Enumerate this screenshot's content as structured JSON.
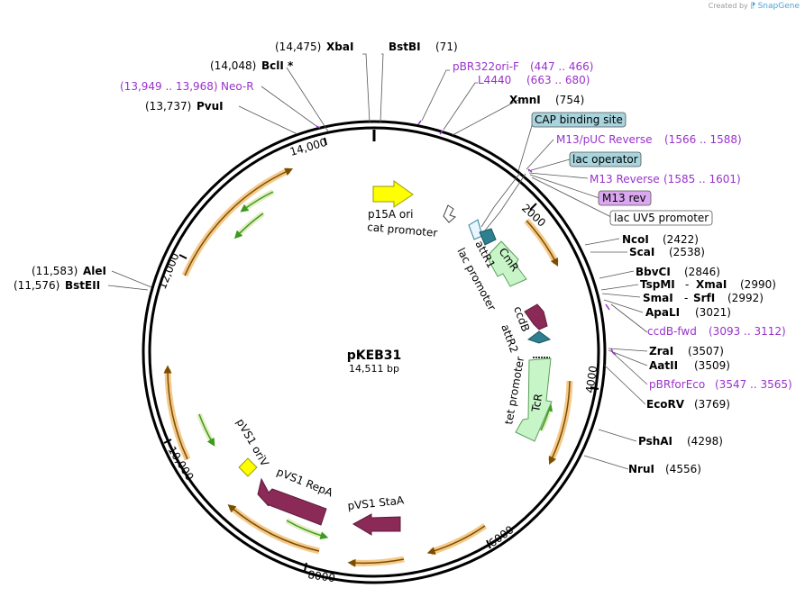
{
  "credit": {
    "created_by": "Created by",
    "brand": "SnapGene"
  },
  "plasmid": {
    "name": "pKEB31",
    "size": "14,511 bp"
  },
  "ticks": [
    "2000",
    "4000",
    "6000",
    "8000",
    "10,000",
    "12,000",
    "14,000"
  ],
  "sites": {
    "xbai": {
      "pos": "(14,475)",
      "name": "XbaI"
    },
    "bstbi": {
      "name": "BstBI",
      "pos": "(71)"
    },
    "bcli": {
      "pos": "(14,048)",
      "name": "BclI *"
    },
    "neor": {
      "pos": "(13,949 .. 13,968)",
      "name": "Neo-R"
    },
    "pvui": {
      "pos": "(13,737)",
      "name": "PvuI"
    },
    "pbr322": {
      "name": "pBR322ori-F",
      "pos": "(447 .. 466)"
    },
    "l4440": {
      "name": "L4440",
      "pos": "(663 .. 680)"
    },
    "xmni": {
      "name": "XmnI",
      "pos": "(754)"
    },
    "cap": {
      "name": "CAP binding site"
    },
    "m13puc": {
      "name": "M13/pUC Reverse",
      "pos": "(1566 .. 1588)"
    },
    "lacop": {
      "name": "lac operator"
    },
    "m13rev": {
      "name": "M13 Reverse",
      "pos": "(1585 .. 1601)"
    },
    "m13r": {
      "name": "M13 rev"
    },
    "lacuv5": {
      "name": "lac UV5 promoter"
    },
    "ncoi": {
      "name": "NcoI",
      "pos": "(2422)"
    },
    "scai": {
      "name": "ScaI",
      "pos": "(2538)"
    },
    "bbvci": {
      "name": "BbvCI",
      "pos": "(2846)"
    },
    "tspmi": {
      "name": "TspMI",
      "dash": "-",
      "name2": "XmaI",
      "pos": "(2990)"
    },
    "smai": {
      "name": "SmaI",
      "dash": "-",
      "name2": "SrfI",
      "pos": "(2992)"
    },
    "apali": {
      "name": "ApaLI",
      "pos": "(3021)"
    },
    "ccdbfwd": {
      "name": "ccdB-fwd",
      "pos": "(3093 .. 3112)"
    },
    "zrai": {
      "name": "ZraI",
      "pos": "(3507)"
    },
    "aatii": {
      "name": "AatII",
      "pos": "(3509)"
    },
    "pbrforeco": {
      "name": "pBRforEco",
      "pos": "(3547 .. 3565)"
    },
    "ecorv": {
      "name": "EcoRV",
      "pos": "(3769)"
    },
    "pshai": {
      "name": "PshAI",
      "pos": "(4298)"
    },
    "nrui": {
      "name": "NruI",
      "pos": "(4556)"
    },
    "alei": {
      "pos": "(11,583)",
      "name": "AleI"
    },
    "bsteii": {
      "pos": "(11,576)",
      "name": "BstEII"
    }
  },
  "features": {
    "p15a": "p15A ori",
    "cat_promoter": "cat promoter",
    "attr1": "attR1",
    "lac_promoter": "lac promoter",
    "cmr": "CmR",
    "ccdb": "ccdB",
    "attr2": "attR2",
    "tet_promoter": "tet promoter",
    "tcr": "TcR",
    "pvs1_oriv": "pVS1 oriV",
    "pvs1_repa": "pVS1 RepA",
    "pvs1_staa": "pVS1 StaA"
  },
  "colors": {
    "primer": "#9932cc",
    "orf_arrow": "#f0b46e",
    "orf_core": "#7a4e00",
    "green_arrow": "#3c9a1e",
    "cap_fill": "#a8d4dd",
    "m13rev_fill": "#dba8f0",
    "p15a_fill": "#ffff00",
    "resistance_fill": "#c8f5c8",
    "ccdb_fill": "#8b2a57",
    "att_fill": "#2e7f8f"
  }
}
